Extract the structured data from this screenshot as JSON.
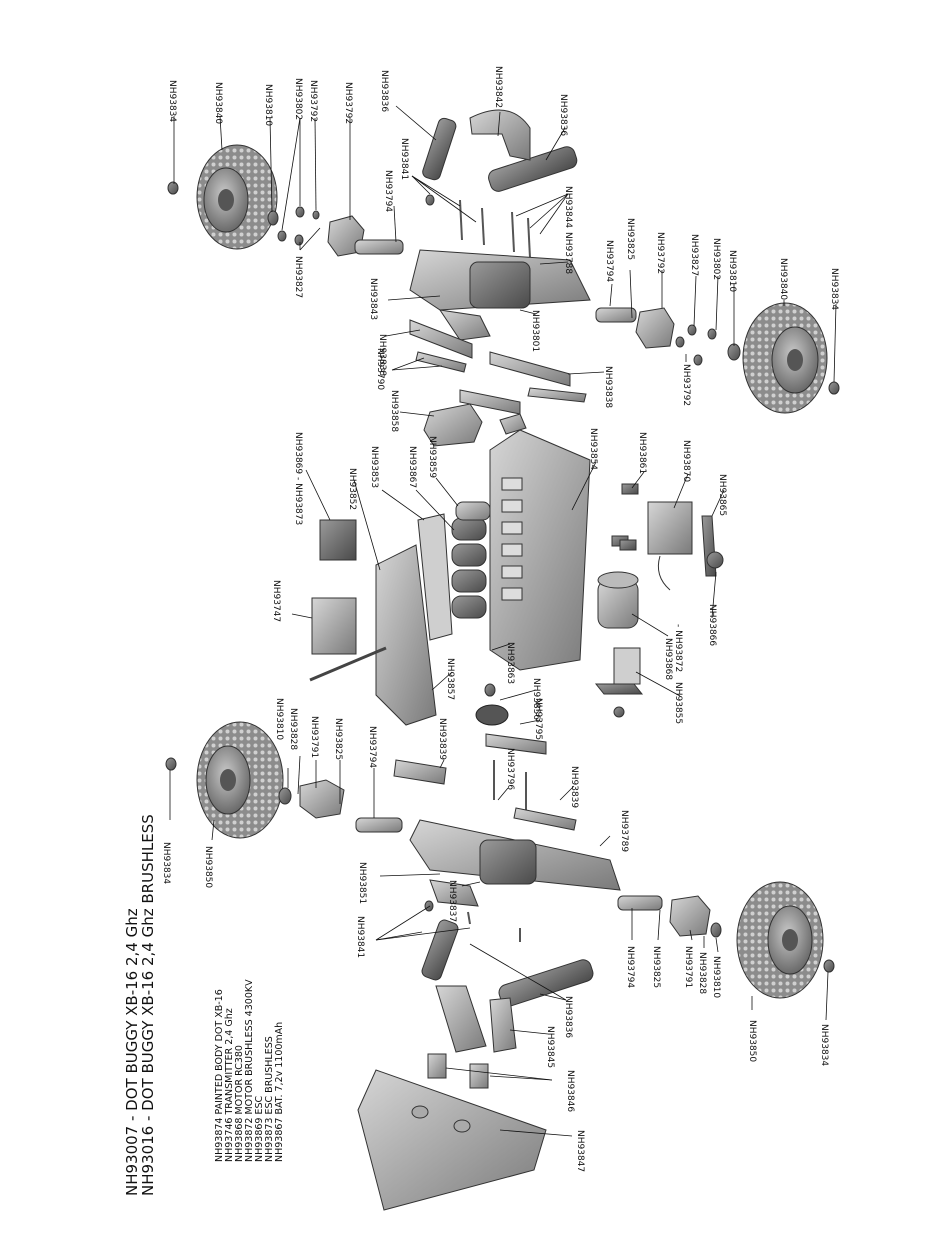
{
  "title_lines": [
    "NH93007 - DOT BUGGY XB-16 2,4 Ghz",
    "NH93016 - DOT BUGGY XB-16 2,4 Ghz BRUSHLESS"
  ],
  "parts_list": [
    "NH93874 PAINTED BODY DOT XB-16",
    "NH93746 TRANSMITTER 2,4 Ghz",
    "NH93868 MOTOR RC380",
    "NH93872 MOTOR BRUSHLESS 4300KV",
    "NH93869 ESC",
    "NH93873 ESC BRUSHLESS",
    "NH93867 BAT. 7,2v 1100mAh"
  ],
  "callouts": {
    "c1": "NH93834",
    "c2": "NH93840",
    "c3": "NH93810",
    "c4": "NH93802",
    "c5": "NH93792",
    "c6": "NH93792",
    "c7": "NH93836",
    "c8": "NH93842",
    "c9": "NH93836",
    "c10": "NH93841",
    "c11": "NH93794",
    "c12": "NH93827",
    "c13": "NH93843",
    "c14": "NH93844",
    "c15": "NH93788",
    "c16": "NH93794",
    "c17": "NH93825",
    "c18": "NH93792",
    "c19": "NH93827",
    "c20": "NH93802",
    "c21": "NH93810",
    "c22": "NH93840",
    "c23": "NH93834",
    "c24": "NH93838",
    "c25": "NH93801",
    "c26": "NH93790",
    "c27": "NH93838",
    "c28": "NH93792",
    "c29": "NH93858",
    "c30": "NH93869 - NH93873",
    "c31": "NH93852",
    "c32": "NH93853",
    "c33": "NH93867",
    "c34": "NH93859",
    "c35": "NH93854",
    "c36": "NH93861",
    "c37": "NH93870",
    "c38": "NH93865",
    "c39": "NH93747",
    "c40": "NH93868",
    "c41": "- NH93872",
    "c42": "NH93866",
    "c43": "NH93857",
    "c44": "NH93863",
    "c45": "NH93856",
    "c46": "NH93795",
    "c47": "NH93855",
    "c48": "NH93810",
    "c49": "NH93828",
    "c50": "NH93791",
    "c51": "NH93825",
    "c52": "NH93794",
    "c53": "NH93839",
    "c54": "NH93834",
    "c55": "NH93850",
    "c56": "NH93796",
    "c57": "NH93839",
    "c58": "NH93789",
    "c59": "NH93851",
    "c60": "NH93837",
    "c61": "NH93841",
    "c62": "NH93794",
    "c63": "NH93825",
    "c64": "NH93791",
    "c65": "NH93828",
    "c66": "NH93810",
    "c67": "NH93836",
    "c68": "NH93845",
    "c69": "NH93850",
    "c70": "NH93834",
    "c71": "NH93846",
    "c72": "NH93847"
  }
}
